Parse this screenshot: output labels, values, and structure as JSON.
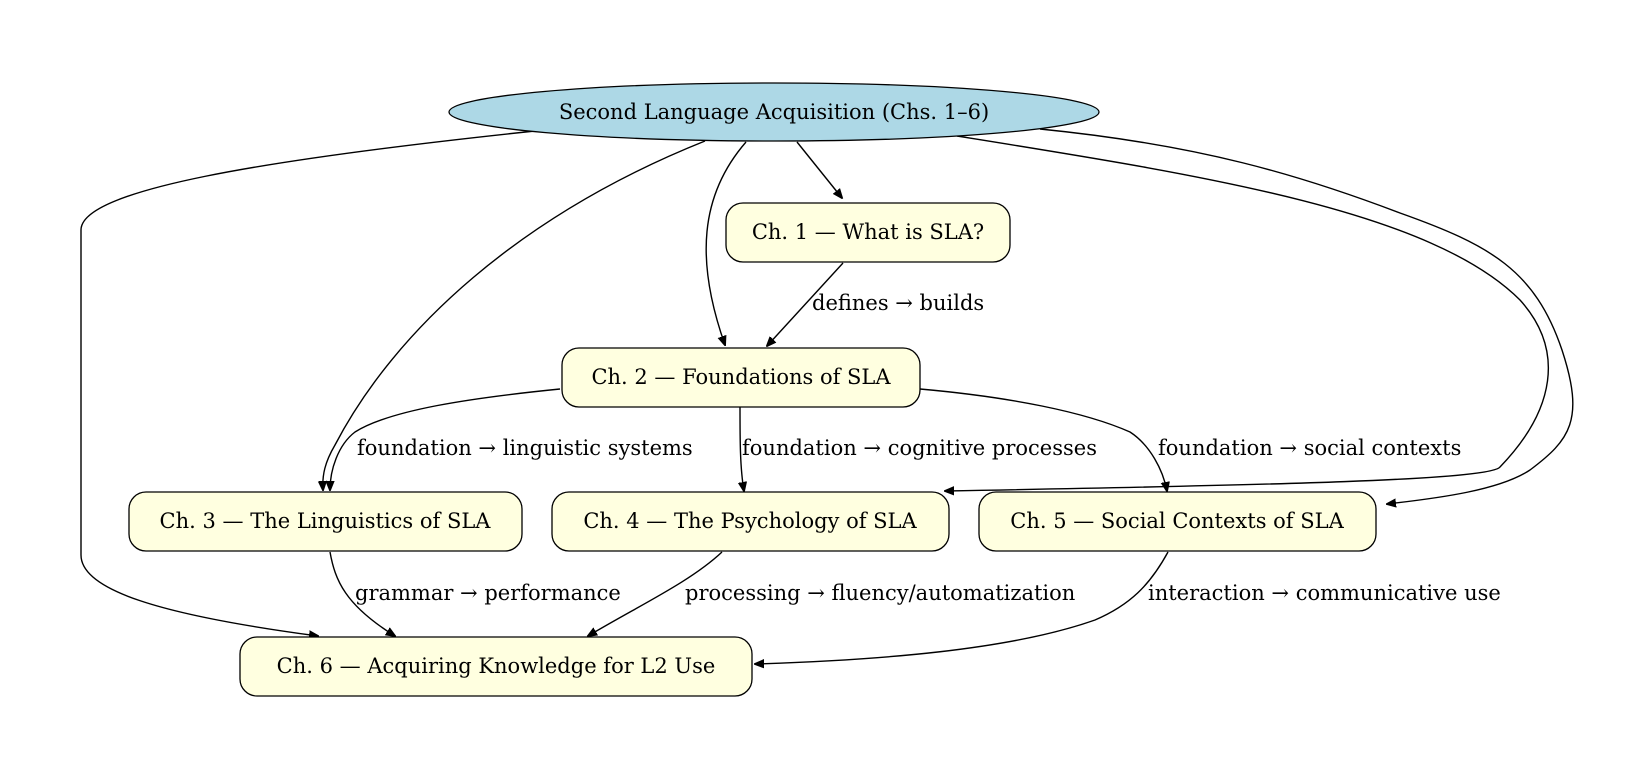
{
  "colors": {
    "root_fill": "#add8e6",
    "chapter_fill": "#ffffe0",
    "stroke": "#000000",
    "background": "#ffffff"
  },
  "nodes": {
    "root": "Second Language Acquisition (Chs. 1–6)",
    "ch1": "Ch. 1 — What is SLA?",
    "ch2": "Ch. 2 — Foundations of SLA",
    "ch3": "Ch. 3 — The Linguistics of SLA",
    "ch4": "Ch. 4 — The Psychology of SLA",
    "ch5": "Ch. 5 — Social Contexts of SLA",
    "ch6": "Ch. 6 — Acquiring Knowledge for L2 Use"
  },
  "edges": [
    {
      "from": "root",
      "to": "ch1",
      "label": ""
    },
    {
      "from": "root",
      "to": "ch2",
      "label": ""
    },
    {
      "from": "root",
      "to": "ch3",
      "label": ""
    },
    {
      "from": "root",
      "to": "ch4",
      "label": ""
    },
    {
      "from": "root",
      "to": "ch5",
      "label": ""
    },
    {
      "from": "root",
      "to": "ch6",
      "label": ""
    },
    {
      "from": "ch1",
      "to": "ch2",
      "label": "defines → builds"
    },
    {
      "from": "ch2",
      "to": "ch3",
      "label": "foundation → linguistic systems"
    },
    {
      "from": "ch2",
      "to": "ch4",
      "label": "foundation → cognitive processes"
    },
    {
      "from": "ch2",
      "to": "ch5",
      "label": "foundation → social contexts"
    },
    {
      "from": "ch3",
      "to": "ch6",
      "label": "grammar → performance"
    },
    {
      "from": "ch4",
      "to": "ch6",
      "label": "processing → fluency/automatization"
    },
    {
      "from": "ch5",
      "to": "ch6",
      "label": "interaction → communicative use"
    }
  ]
}
